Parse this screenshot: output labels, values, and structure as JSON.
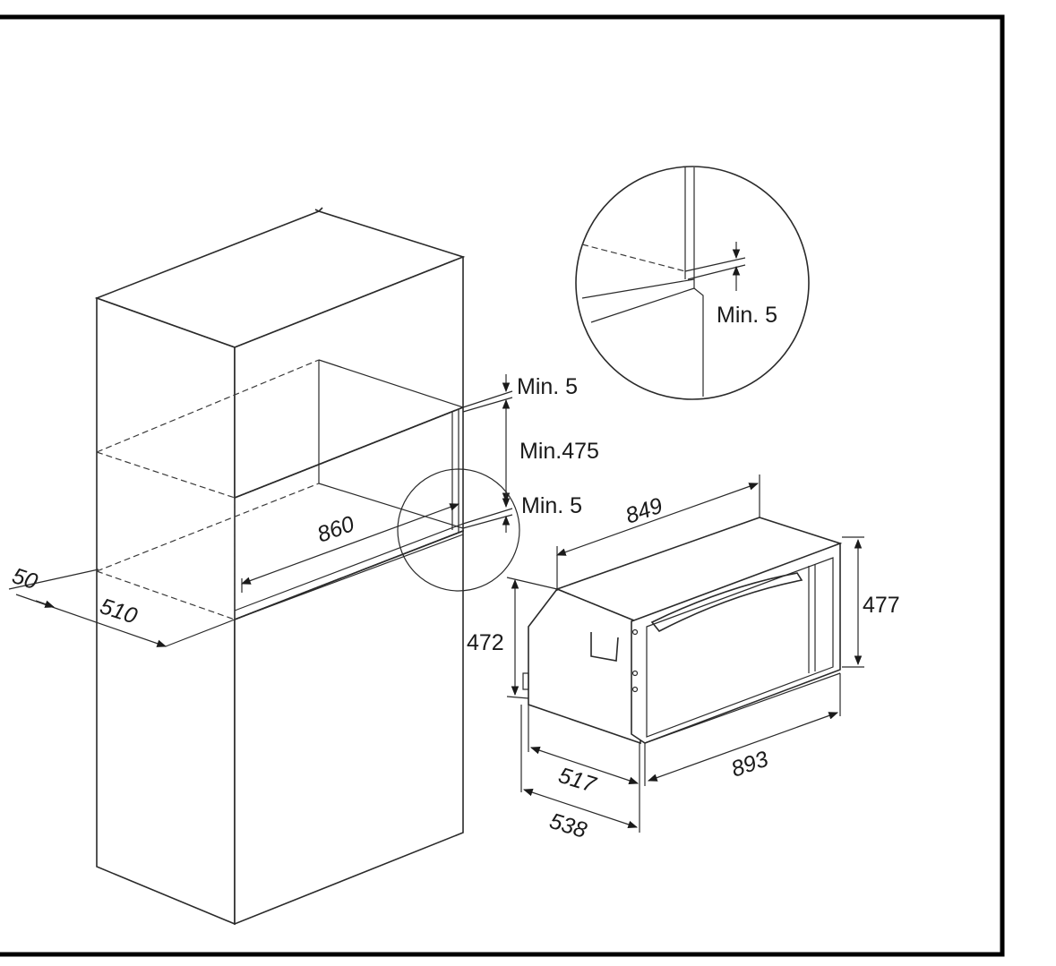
{
  "dimensions": {
    "cabinet_width": "860",
    "cabinet_depth": "510",
    "front_offset": "50",
    "gap_top": "Min. 5",
    "niche_height": "Min.475",
    "gap_bottom": "Min. 5",
    "detail_gap": "Min. 5",
    "appliance_width": "849",
    "front_height": "477",
    "body_height": "472",
    "front_width": "893",
    "body_depth": "517",
    "total_depth": "538"
  }
}
